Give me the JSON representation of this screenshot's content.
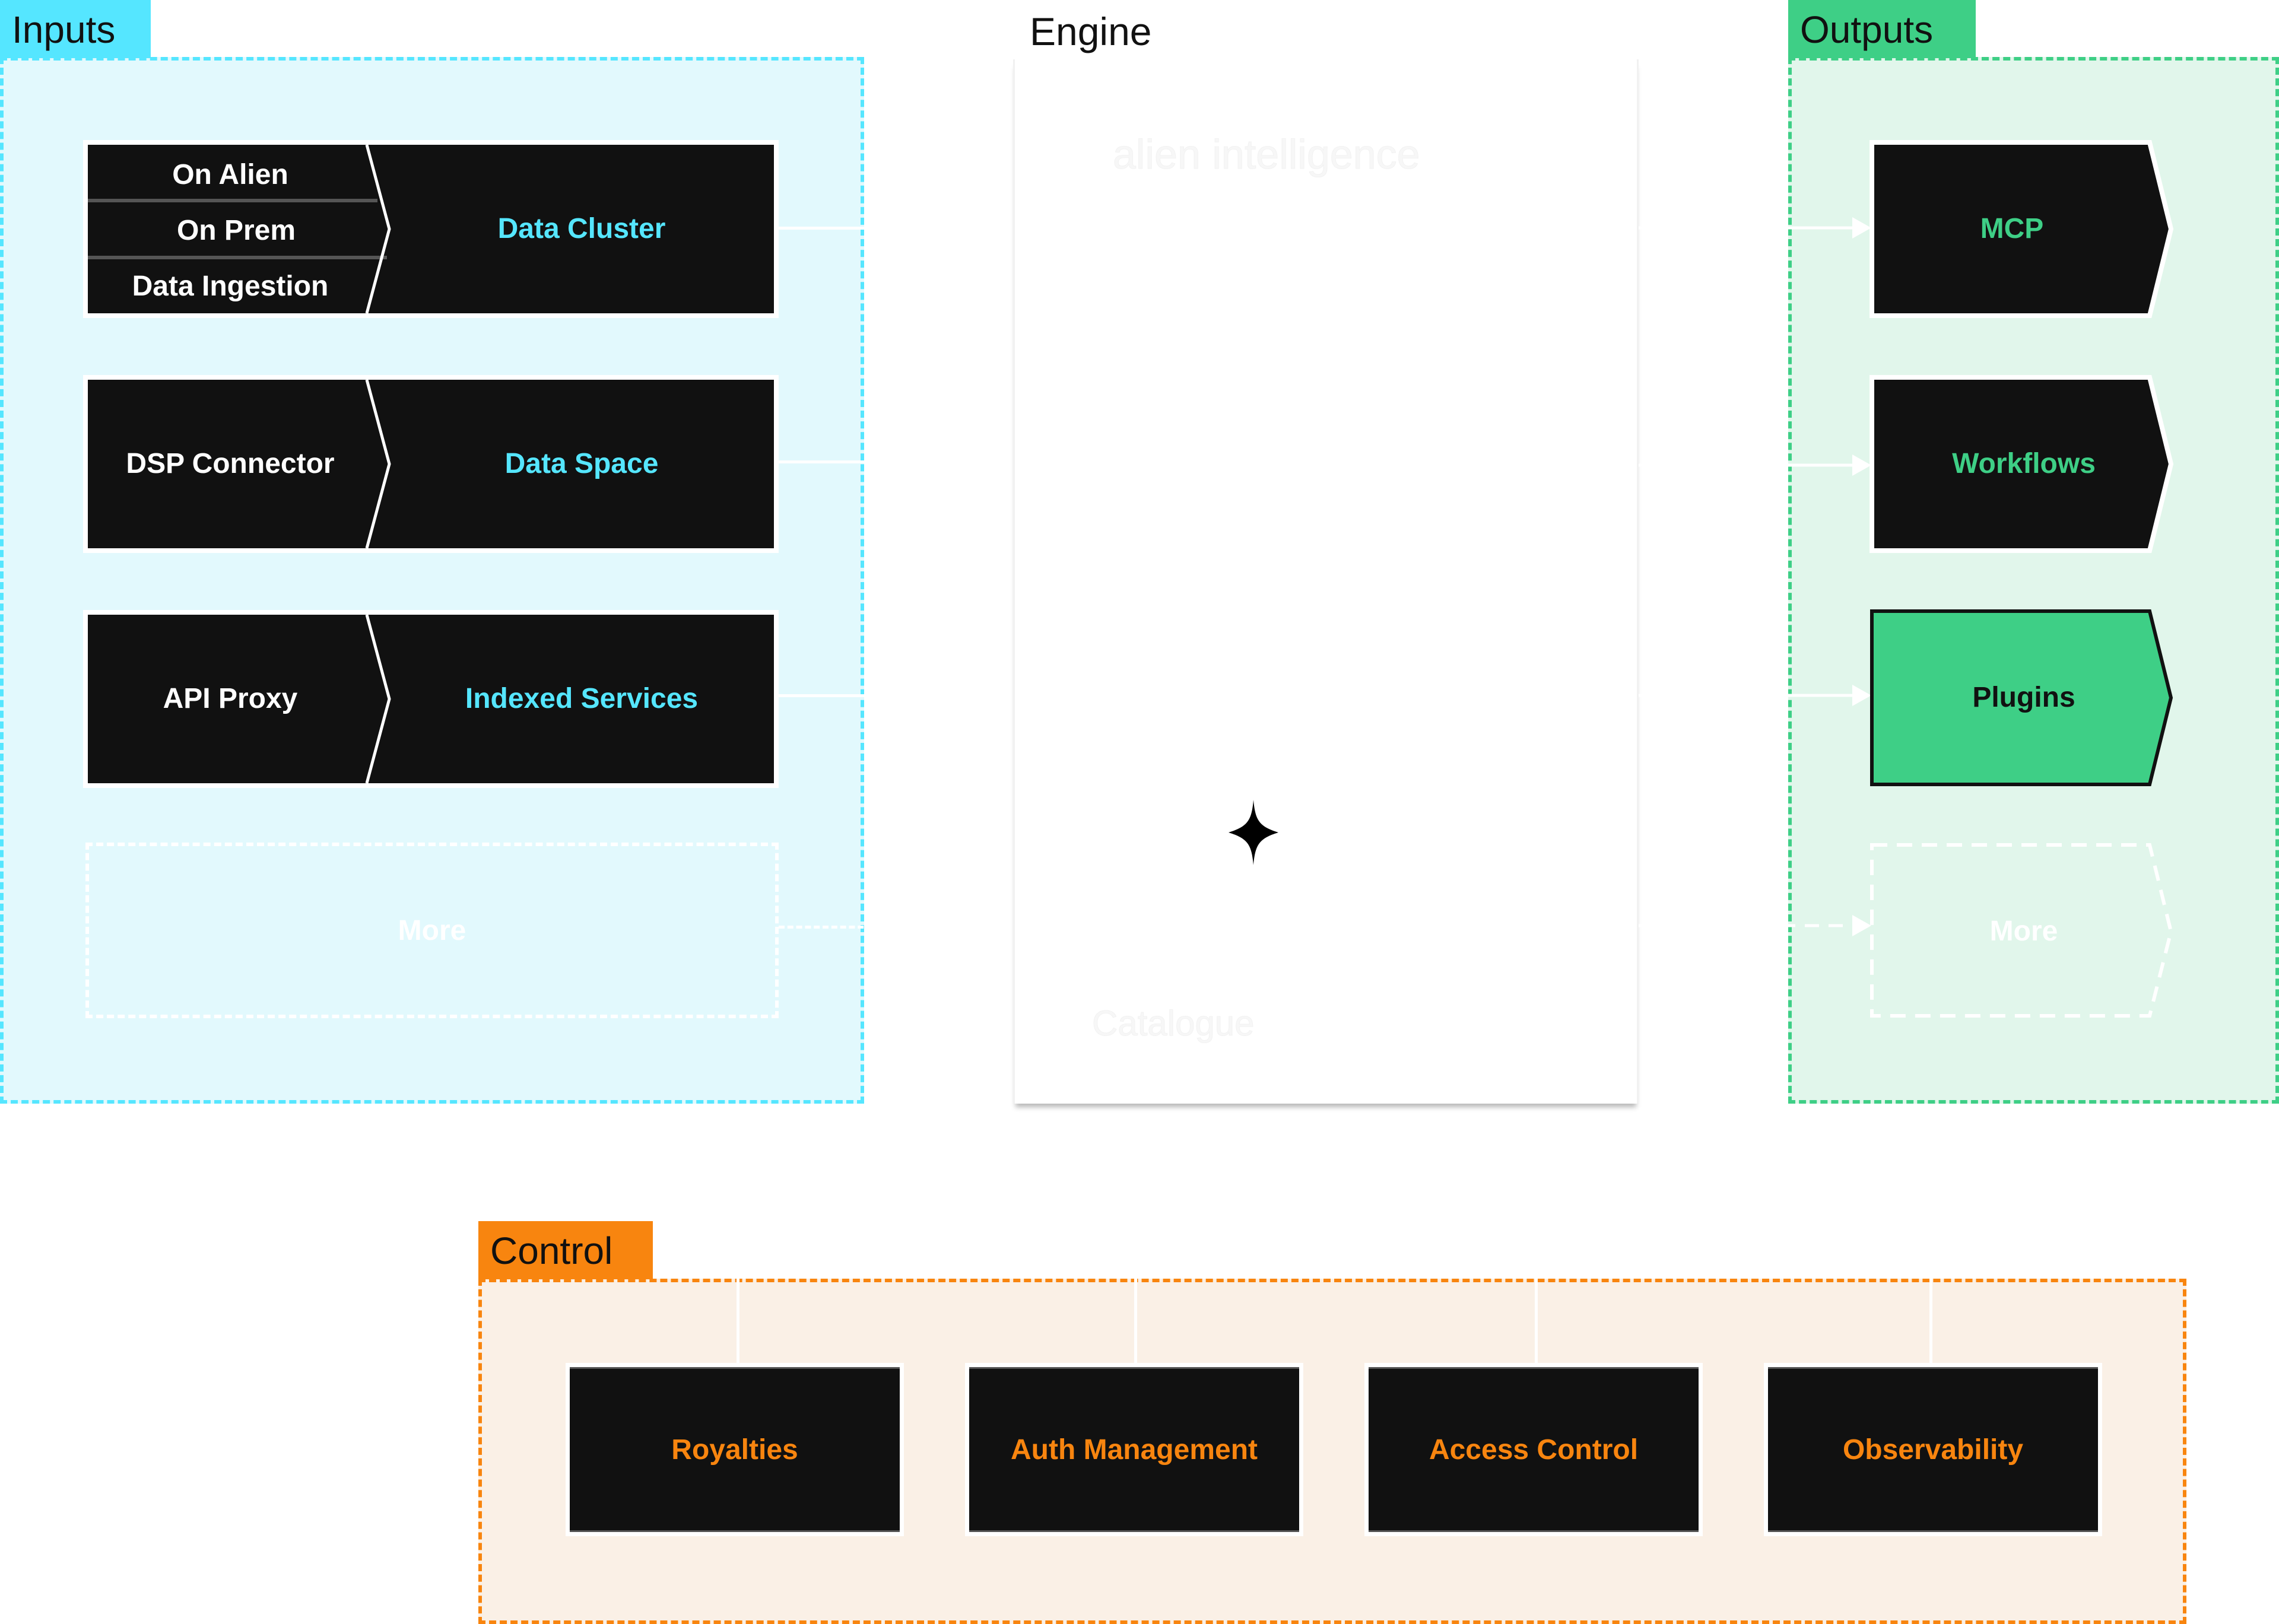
{
  "colors": {
    "inputs_accent": "#55E6FF",
    "inputs_bg": "#E2F9FD",
    "outputs_accent": "#3ECF86",
    "outputs_bg": "#E1F6EB",
    "control_accent": "#F8850F",
    "control_bg": "#FAF0E6",
    "box_fill": "#111111"
  },
  "inputs": {
    "title": "Inputs",
    "rows": [
      {
        "sources": [
          "On Alien",
          "On Prem",
          "Data Ingestion"
        ],
        "target": "Data Cluster"
      },
      {
        "sources": [
          "DSP Connector"
        ],
        "target": "Data Space"
      },
      {
        "sources": [
          "API Proxy"
        ],
        "target": "Indexed Services"
      }
    ],
    "more_label": "More"
  },
  "engine": {
    "title": "Engine",
    "watermark_brand": "alien intelligence",
    "watermark_catalogue": "Catalogue",
    "icon": "sparkle-icon"
  },
  "outputs": {
    "title": "Outputs",
    "items": [
      {
        "label": "MCP",
        "highlighted": false
      },
      {
        "label": "Workflows",
        "highlighted": false
      },
      {
        "label": "Plugins",
        "highlighted": true
      }
    ],
    "more_label": "More"
  },
  "control": {
    "title": "Control",
    "items": [
      "Royalties",
      "Auth Management",
      "Access Control",
      "Observability"
    ]
  }
}
